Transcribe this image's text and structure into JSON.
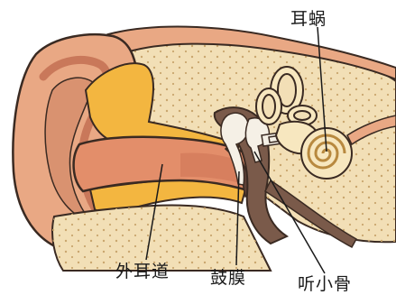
{
  "labels": {
    "cochlea": "耳蜗",
    "ear_canal": "外耳道",
    "eardrum": "鼓膜",
    "ossicles": "听小骨"
  },
  "colors": {
    "skin": "#e9a884",
    "skin_dark": "#c9785a",
    "canal": "#e38e6a",
    "cartilage": "#f3b640",
    "bone": "#f2dfb6",
    "bone_dots": "#c9a66e",
    "inner_ear": "#f7e7bf",
    "outline": "#3a2a22",
    "eardrum": "#5d4036",
    "ossicle": "#f5f0e6"
  }
}
